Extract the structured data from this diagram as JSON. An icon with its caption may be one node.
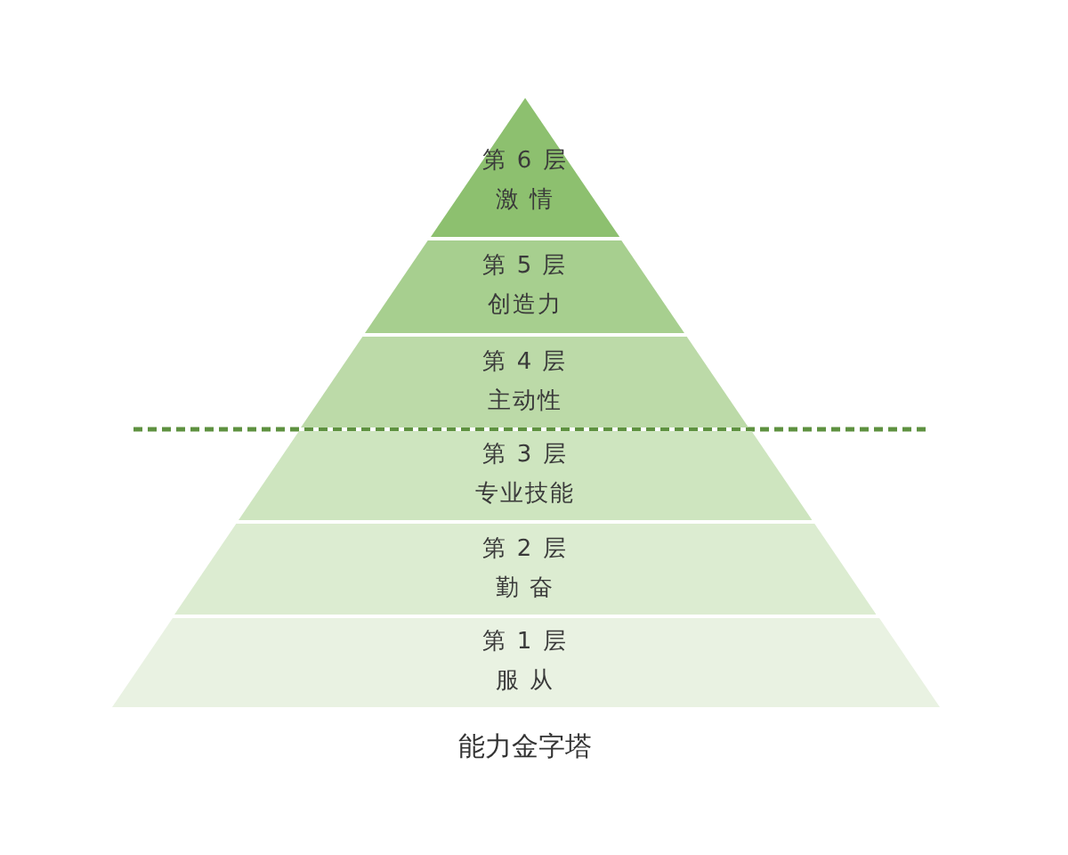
{
  "diagram": {
    "caption": "能力金字塔",
    "nodes": [
      {
        "text": [
          "第 6 层",
          "激 情"
        ]
      },
      {
        "text": [
          "第 5 层",
          "创造力"
        ]
      },
      {
        "text": [
          "第 4 层",
          "主动性"
        ]
      },
      {
        "text": [
          "第 3 层",
          "专业技能"
        ]
      },
      {
        "text": [
          "第 2 层",
          "勤 奋"
        ]
      },
      {
        "text": [
          "第 1 层",
          "服 从"
        ]
      }
    ]
  }
}
